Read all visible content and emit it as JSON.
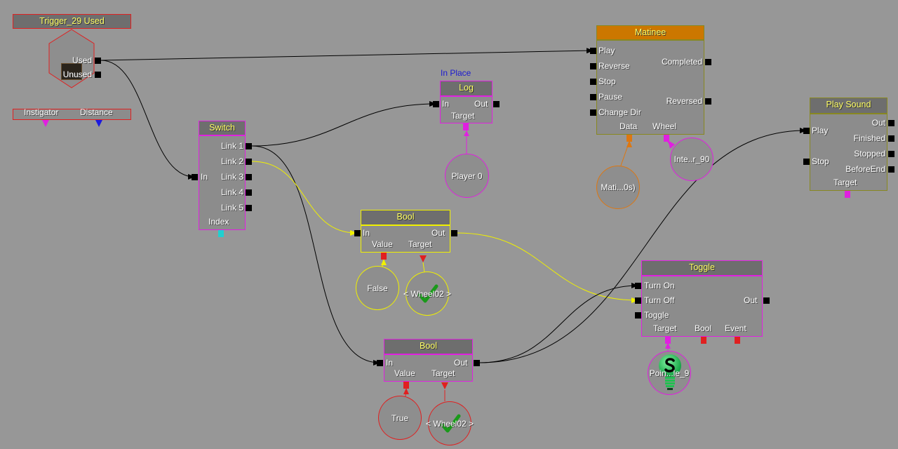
{
  "colors": {
    "background": "#979797",
    "event": "#e02020",
    "switch": "#e020e0",
    "matinee": "#cc7700",
    "bool_yellow": "#f0f000",
    "playsound": "#888820"
  },
  "trigger": {
    "title": "Trigger_29 Used",
    "outputs": [
      "Used",
      "Unused"
    ],
    "vars": [
      "Instigator",
      "Distance"
    ],
    "icon": "trigger-icon"
  },
  "switch": {
    "title": "Switch",
    "input": "In",
    "outputs": [
      "Link 1",
      "Link 2",
      "Link 3",
      "Link 4",
      "Link 5"
    ],
    "var": "Index"
  },
  "log": {
    "comment": "In Place",
    "title": "Log",
    "input": "In",
    "output": "Out",
    "var": "Target"
  },
  "player": {
    "label": "Player 0"
  },
  "matinee": {
    "title": "Matinee",
    "inputs": [
      "Play",
      "Reverse",
      "Stop",
      "Pause",
      "Change Dir"
    ],
    "outputs": [
      "Completed",
      "Reversed"
    ],
    "vars": [
      "Data",
      "Wheel"
    ]
  },
  "matinee_data": {
    "label": "Mati...0s)"
  },
  "interp": {
    "label": "Inte..r_90"
  },
  "playsound": {
    "title": "Play Sound",
    "inputs": [
      "Play",
      "Stop"
    ],
    "outputs": [
      "Out",
      "Finished",
      "Stopped",
      "BeforeEnd"
    ],
    "var": "Target"
  },
  "bool1": {
    "title": "Bool",
    "input": "In",
    "output": "Out",
    "vars": [
      "Value",
      "Target"
    ]
  },
  "bool1_value": {
    "label": "False"
  },
  "bool1_target": {
    "label": "< Wheel02 >"
  },
  "bool2": {
    "title": "Bool",
    "input": "In",
    "output": "Out",
    "vars": [
      "Value",
      "Target"
    ]
  },
  "bool2_value": {
    "label": "True"
  },
  "bool2_target": {
    "label": "< Wheel02 >"
  },
  "toggle": {
    "title": "Toggle",
    "inputs": [
      "Turn On",
      "Turn Off",
      "Toggle"
    ],
    "output": "Out",
    "vars": [
      "Target",
      "Bool",
      "Event"
    ]
  },
  "light": {
    "label": "Poin...le_9",
    "icon": "light-bulb-icon"
  }
}
